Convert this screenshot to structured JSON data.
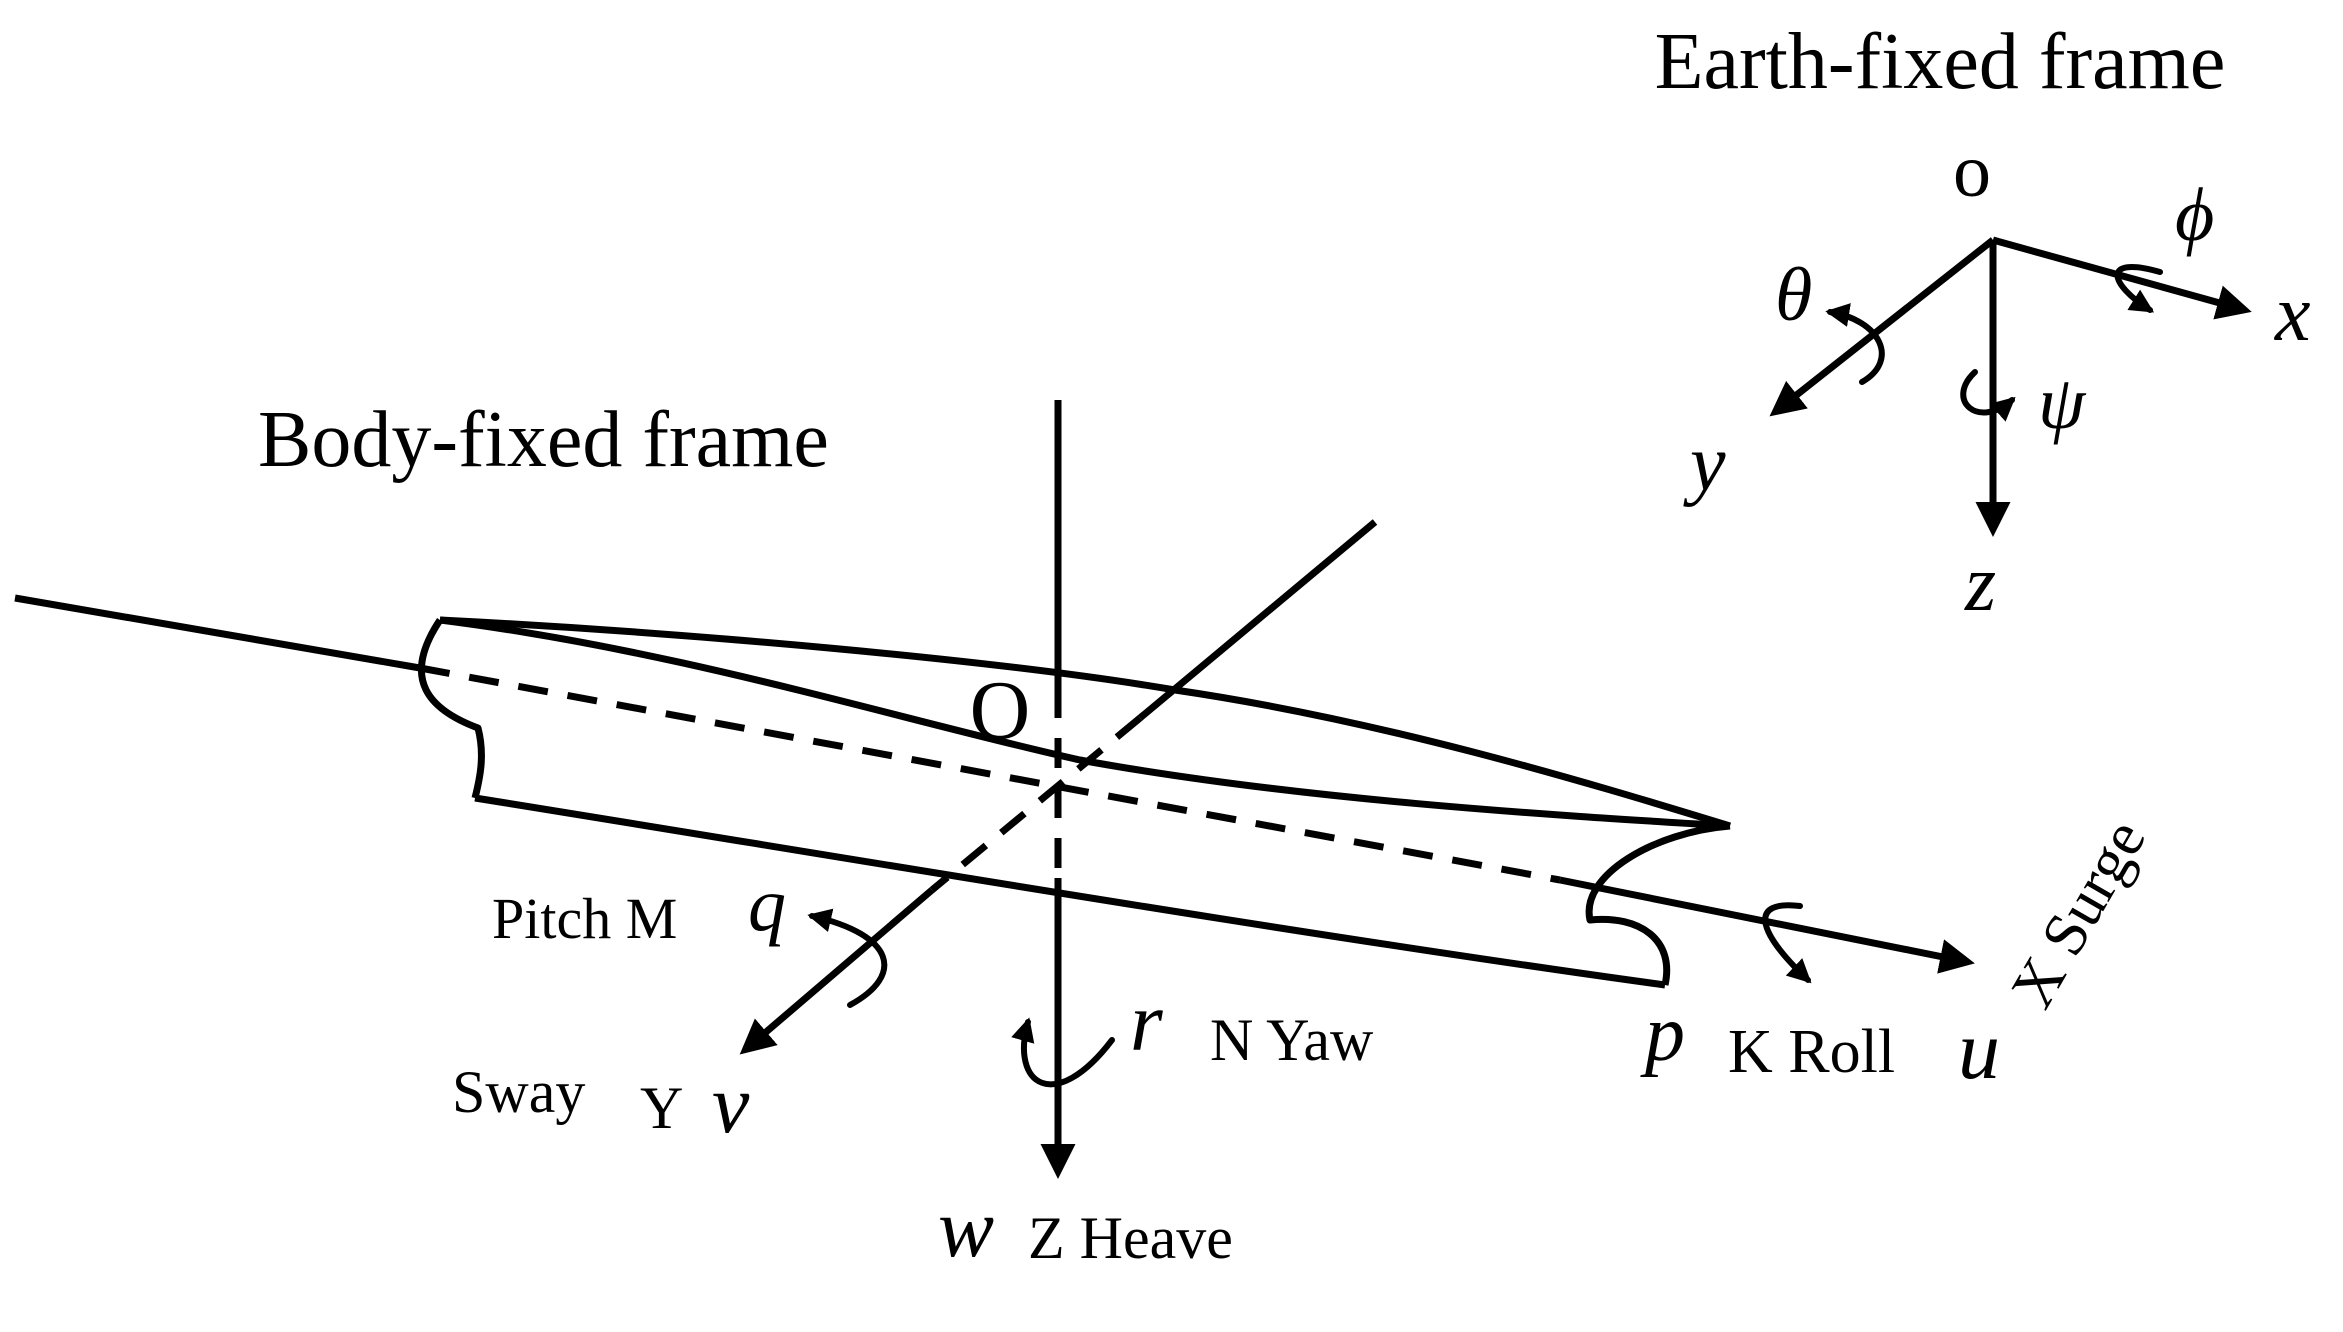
{
  "frames": {
    "earth": {
      "title": "Earth-fixed frame",
      "origin": "o",
      "axes": {
        "x": "x",
        "y": "y",
        "z": "z"
      },
      "angles": {
        "roll": "ϕ",
        "pitch": "θ",
        "yaw": "ψ"
      }
    },
    "body": {
      "title": "Body-fixed frame",
      "origin": "O",
      "surge": {
        "velocity": "u",
        "label": "X Surge"
      },
      "sway": {
        "velocity": "v",
        "text": "Sway",
        "force": "Y"
      },
      "heave": {
        "velocity": "w",
        "label": "Z Heave"
      },
      "roll": {
        "rate": "p",
        "label": "K Roll"
      },
      "pitch": {
        "rate": "q",
        "label": "Pitch M"
      },
      "yaw": {
        "rate": "r",
        "label": "N Yaw"
      }
    }
  }
}
